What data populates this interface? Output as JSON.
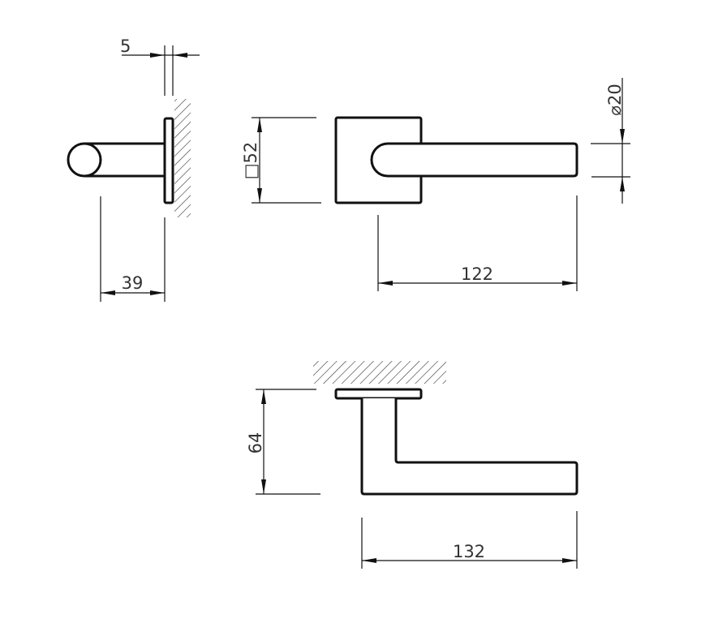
{
  "drawing": {
    "side_view": {
      "rose_thickness_label": "5",
      "projection_label": "39"
    },
    "front_view": {
      "rose_size_label": "□52",
      "lever_diameter_label": "⌀20",
      "lever_length_label": "122"
    },
    "top_view": {
      "height_label": "64",
      "overall_length_label": "132"
    }
  }
}
